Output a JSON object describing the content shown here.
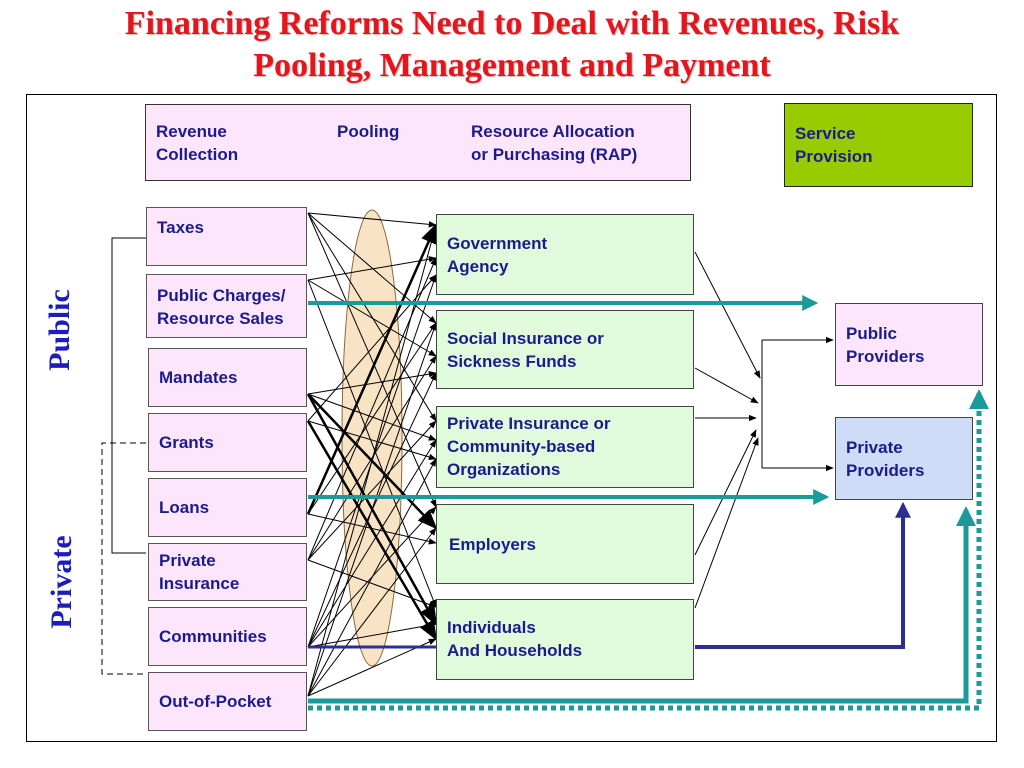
{
  "title": {
    "line1": "Financing Reforms Need to Deal with Revenues, Risk",
    "line2": "Pooling, Management and Payment"
  },
  "header": {
    "revenue_collection": "Revenue\nCollection",
    "pooling": "Pooling",
    "rap": "Resource Allocation\nor Purchasing (RAP)",
    "service_provision": "Service\nProvision"
  },
  "side_labels": {
    "public": "Public",
    "private": "Private"
  },
  "sources": [
    "Taxes",
    "Public Charges/\nResource Sales",
    "Mandates",
    "Grants",
    "Loans",
    "Private\nInsurance",
    "Communities",
    "Out-of-Pocket"
  ],
  "funds": [
    "Government\nAgency",
    "Social Insurance or\nSickness Funds",
    "Private Insurance or\nCommunity-based\nOrganizations",
    "Employers",
    "Individuals\nAnd Households"
  ],
  "providers": {
    "public": "Public\nProviders",
    "private": "Private\nProviders"
  },
  "colors": {
    "title": "#e8141c",
    "label_text": "#1b1b8c",
    "source_fill": "#fde6fb",
    "fund_fill": "#e0fbdc",
    "private_provider_fill": "#cfdcf8",
    "service_fill": "#99cc00",
    "pool_ellipse": "#f9e3c5",
    "teal_arrow": "#1a9a9a",
    "navy_arrow": "#2e2e8f"
  }
}
